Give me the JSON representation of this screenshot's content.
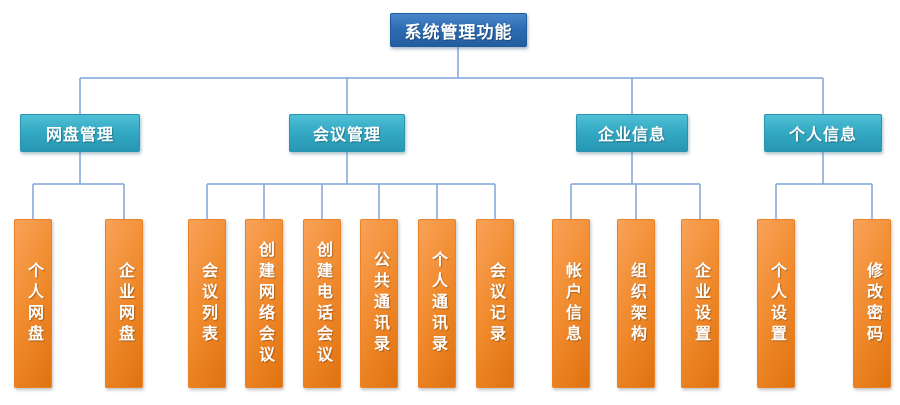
{
  "diagram": {
    "title": "系统管理功能",
    "root": {
      "label": "系统管理功能"
    },
    "groups": [
      {
        "label": "网盘管理",
        "children": [
          {
            "label": "个人网盘"
          },
          {
            "label": "企业网盘"
          }
        ]
      },
      {
        "label": "会议管理",
        "children": [
          {
            "label": "会议列表"
          },
          {
            "label": "创建网络会议"
          },
          {
            "label": "创建电话会议"
          },
          {
            "label": "公共通讯录"
          },
          {
            "label": "个人通讯录"
          },
          {
            "label": "会议记录"
          }
        ]
      },
      {
        "label": "企业信息",
        "children": [
          {
            "label": "帐户信息"
          },
          {
            "label": "组织架构"
          },
          {
            "label": "企业设置"
          }
        ]
      },
      {
        "label": "个人信息",
        "children": [
          {
            "label": "个人设置"
          },
          {
            "label": "修改密码"
          }
        ]
      }
    ],
    "colors": {
      "root_blue": "#2e6db4",
      "branch_teal": "#35aac4",
      "leaf_orange": "#ef8326",
      "connector_line": "#7ea6d8",
      "text": "#ffffff",
      "background": "#ffffff"
    }
  }
}
